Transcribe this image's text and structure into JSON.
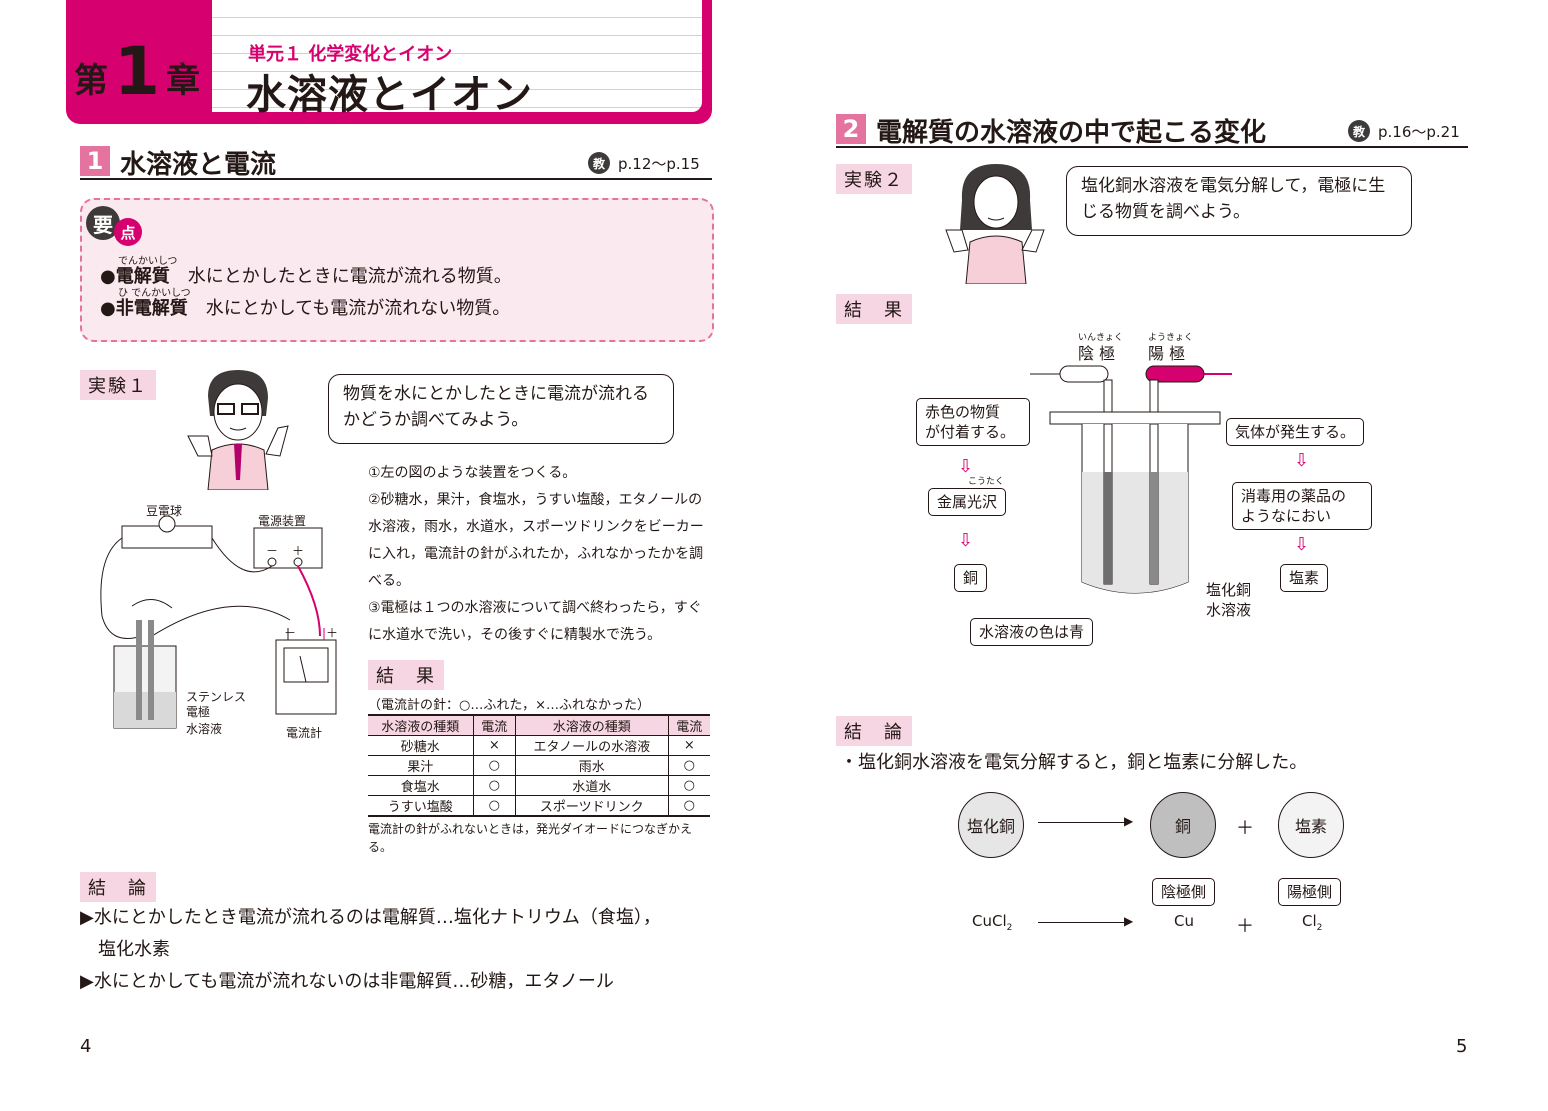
{
  "chapter": {
    "prefix": "第",
    "number": "1",
    "suffix": "章",
    "unit": "単元１ 化学変化とイオン",
    "title": "水溶液とイオン"
  },
  "section1": {
    "num": "1",
    "title": "水溶液と電流",
    "ref_icon": "教",
    "ref": "p.12～p.15"
  },
  "point": {
    "icon1": "要",
    "icon2": "点",
    "items": [
      {
        "term": "電解質",
        "ruby": "でんかいしつ",
        "desc": "水にとかしたときに電流が流れる物質。"
      },
      {
        "term": "非電解質",
        "ruby": "ひ でんかいしつ",
        "desc": "水にとかしても電流が流れない物質。"
      }
    ]
  },
  "exp1": {
    "tag": "実験１",
    "bubble": "物質を水にとかしたときに電流が流れるかどうか調べてみよう。",
    "labels": {
      "bulb": "豆電球",
      "power": "電源装置",
      "minus": "－",
      "plus": "＋",
      "electrode": "ステンレス\n電極",
      "solution": "水溶液",
      "meter": "電流計",
      "m_minus": "－",
      "m_plus": "＋"
    },
    "steps": [
      "①左の図のような装置をつくる。",
      "②砂糖水，果汁，食塩水，うすい塩酸，エタノールの水溶液，雨水，水道水，スポーツドリンクをビーカーに入れ，電流計の針がふれたか，ふれなかったかを調べる。",
      "③電極は１つの水溶液について調べ終わったら，すぐに水道水で洗い，その後すぐに精製水で洗う。"
    ]
  },
  "result1": {
    "tag": "結　果",
    "legend": "（電流計の針：○…ふれた，×…ふれなかった）",
    "headers": [
      "水溶液の種類",
      "電流",
      "水溶液の種類",
      "電流"
    ],
    "rows": [
      [
        "砂糖水",
        "×",
        "エタノールの水溶液",
        "×"
      ],
      [
        "果汁",
        "○",
        "雨水",
        "○"
      ],
      [
        "食塩水",
        "○",
        "水道水",
        "○"
      ],
      [
        "うすい塩酸",
        "○",
        "スポーツドリンク",
        "○"
      ]
    ],
    "note": "電流計の針がふれないときは，発光ダイオードにつなぎかえる。"
  },
  "concl1": {
    "tag": "結　論",
    "lines": [
      "▶水にとかしたとき電流が流れるのは電解質…塩化ナトリウム（食塩），",
      "　塩化水素",
      "▶水にとかしても電流が流れないのは非電解質…砂糖，エタノール"
    ]
  },
  "page_left": "4",
  "section2": {
    "num": "2",
    "title": "電解質の水溶液の中で起こる変化",
    "ref_icon": "教",
    "ref": "p.16～p.21"
  },
  "exp2": {
    "tag": "実験２",
    "bubble": "塩化銅水溶液を電気分解して，電極に生じる物質を調べよう。"
  },
  "result2": {
    "tag": "結　果",
    "cathode": "陰 極",
    "cathode_ruby": "いんきょく",
    "anode": "陽 極",
    "anode_ruby": "ようきょく",
    "left_box": "赤色の物質\nが付着する。",
    "left_box2": "金属光沢",
    "left_box2_ruby": "こうたく",
    "left_box3": "銅",
    "right_box": "気体が発生する。",
    "right_box2": "消毒用の薬品の\nようなにおい",
    "right_box3": "塩素",
    "solution": "塩化銅\n水溶液",
    "color": "水溶液の色は青"
  },
  "concl2": {
    "tag": "結　論",
    "line": "・塩化銅水溶液を電気分解すると，銅と塩素に分解した。",
    "reactant": "塩化銅",
    "p1": "銅",
    "p2": "塩素",
    "plus": "＋",
    "side1": "陰極側",
    "side2": "陽極側",
    "formula_r": "CuCl",
    "formula_r_sub": "2",
    "formula_p1": "Cu",
    "formula_p2": "Cl",
    "formula_p2_sub": "2"
  },
  "page_right": "5"
}
